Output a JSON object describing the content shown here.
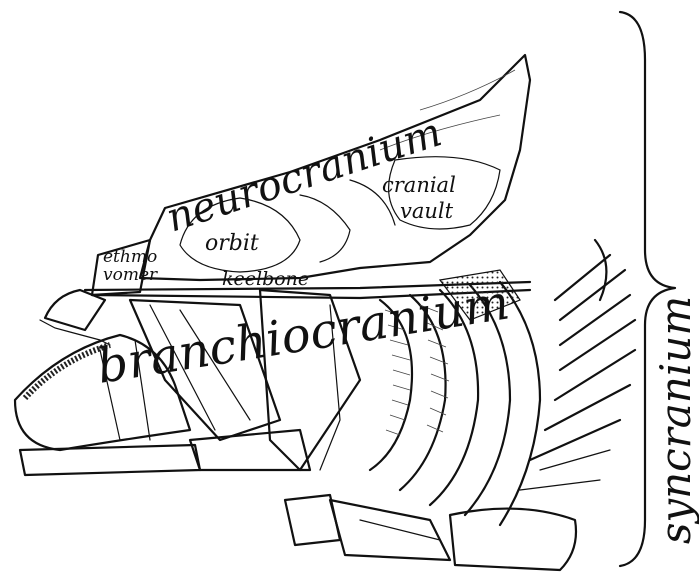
{
  "labels": {
    "neurocranium": "neurocranium",
    "cranial_vault_line1": "cranial",
    "cranial_vault_line2": "vault",
    "orbit": "orbit",
    "ethmo": "ethmo",
    "vomer": "vomer",
    "keelbone": "keelbone",
    "branchiocranium": "branchiocranium",
    "syncranium": "syncranium"
  }
}
